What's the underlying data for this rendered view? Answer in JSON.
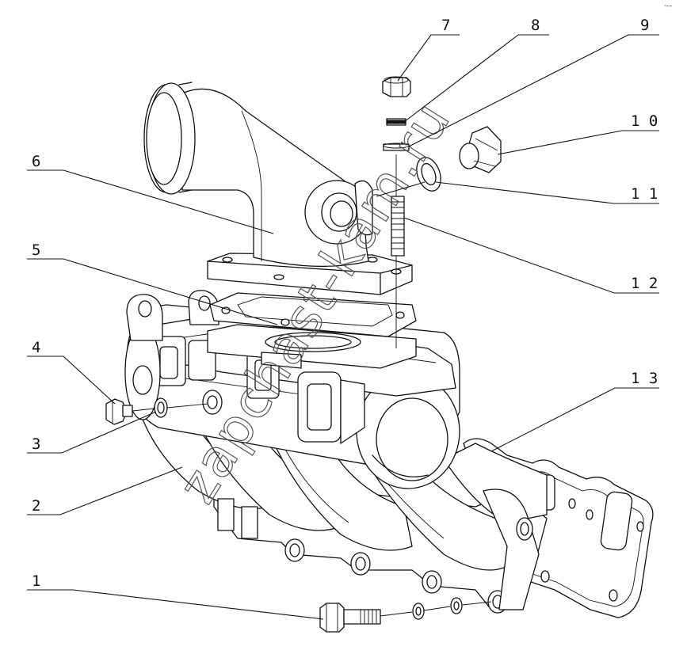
{
  "diagram": {
    "watermark": "zapchast-kam.ru",
    "corner_mark": "·––",
    "callouts": [
      {
        "id": "1",
        "label": "1"
      },
      {
        "id": "2",
        "label": "2"
      },
      {
        "id": "3",
        "label": "3"
      },
      {
        "id": "4",
        "label": "4"
      },
      {
        "id": "5",
        "label": "5"
      },
      {
        "id": "6",
        "label": "6"
      },
      {
        "id": "7",
        "label": "7"
      },
      {
        "id": "8",
        "label": "8"
      },
      {
        "id": "9",
        "label": "9"
      },
      {
        "id": "10",
        "label": "1 0"
      },
      {
        "id": "11",
        "label": "1 1"
      },
      {
        "id": "12",
        "label": "1 2"
      },
      {
        "id": "13",
        "label": "1 3"
      }
    ]
  }
}
